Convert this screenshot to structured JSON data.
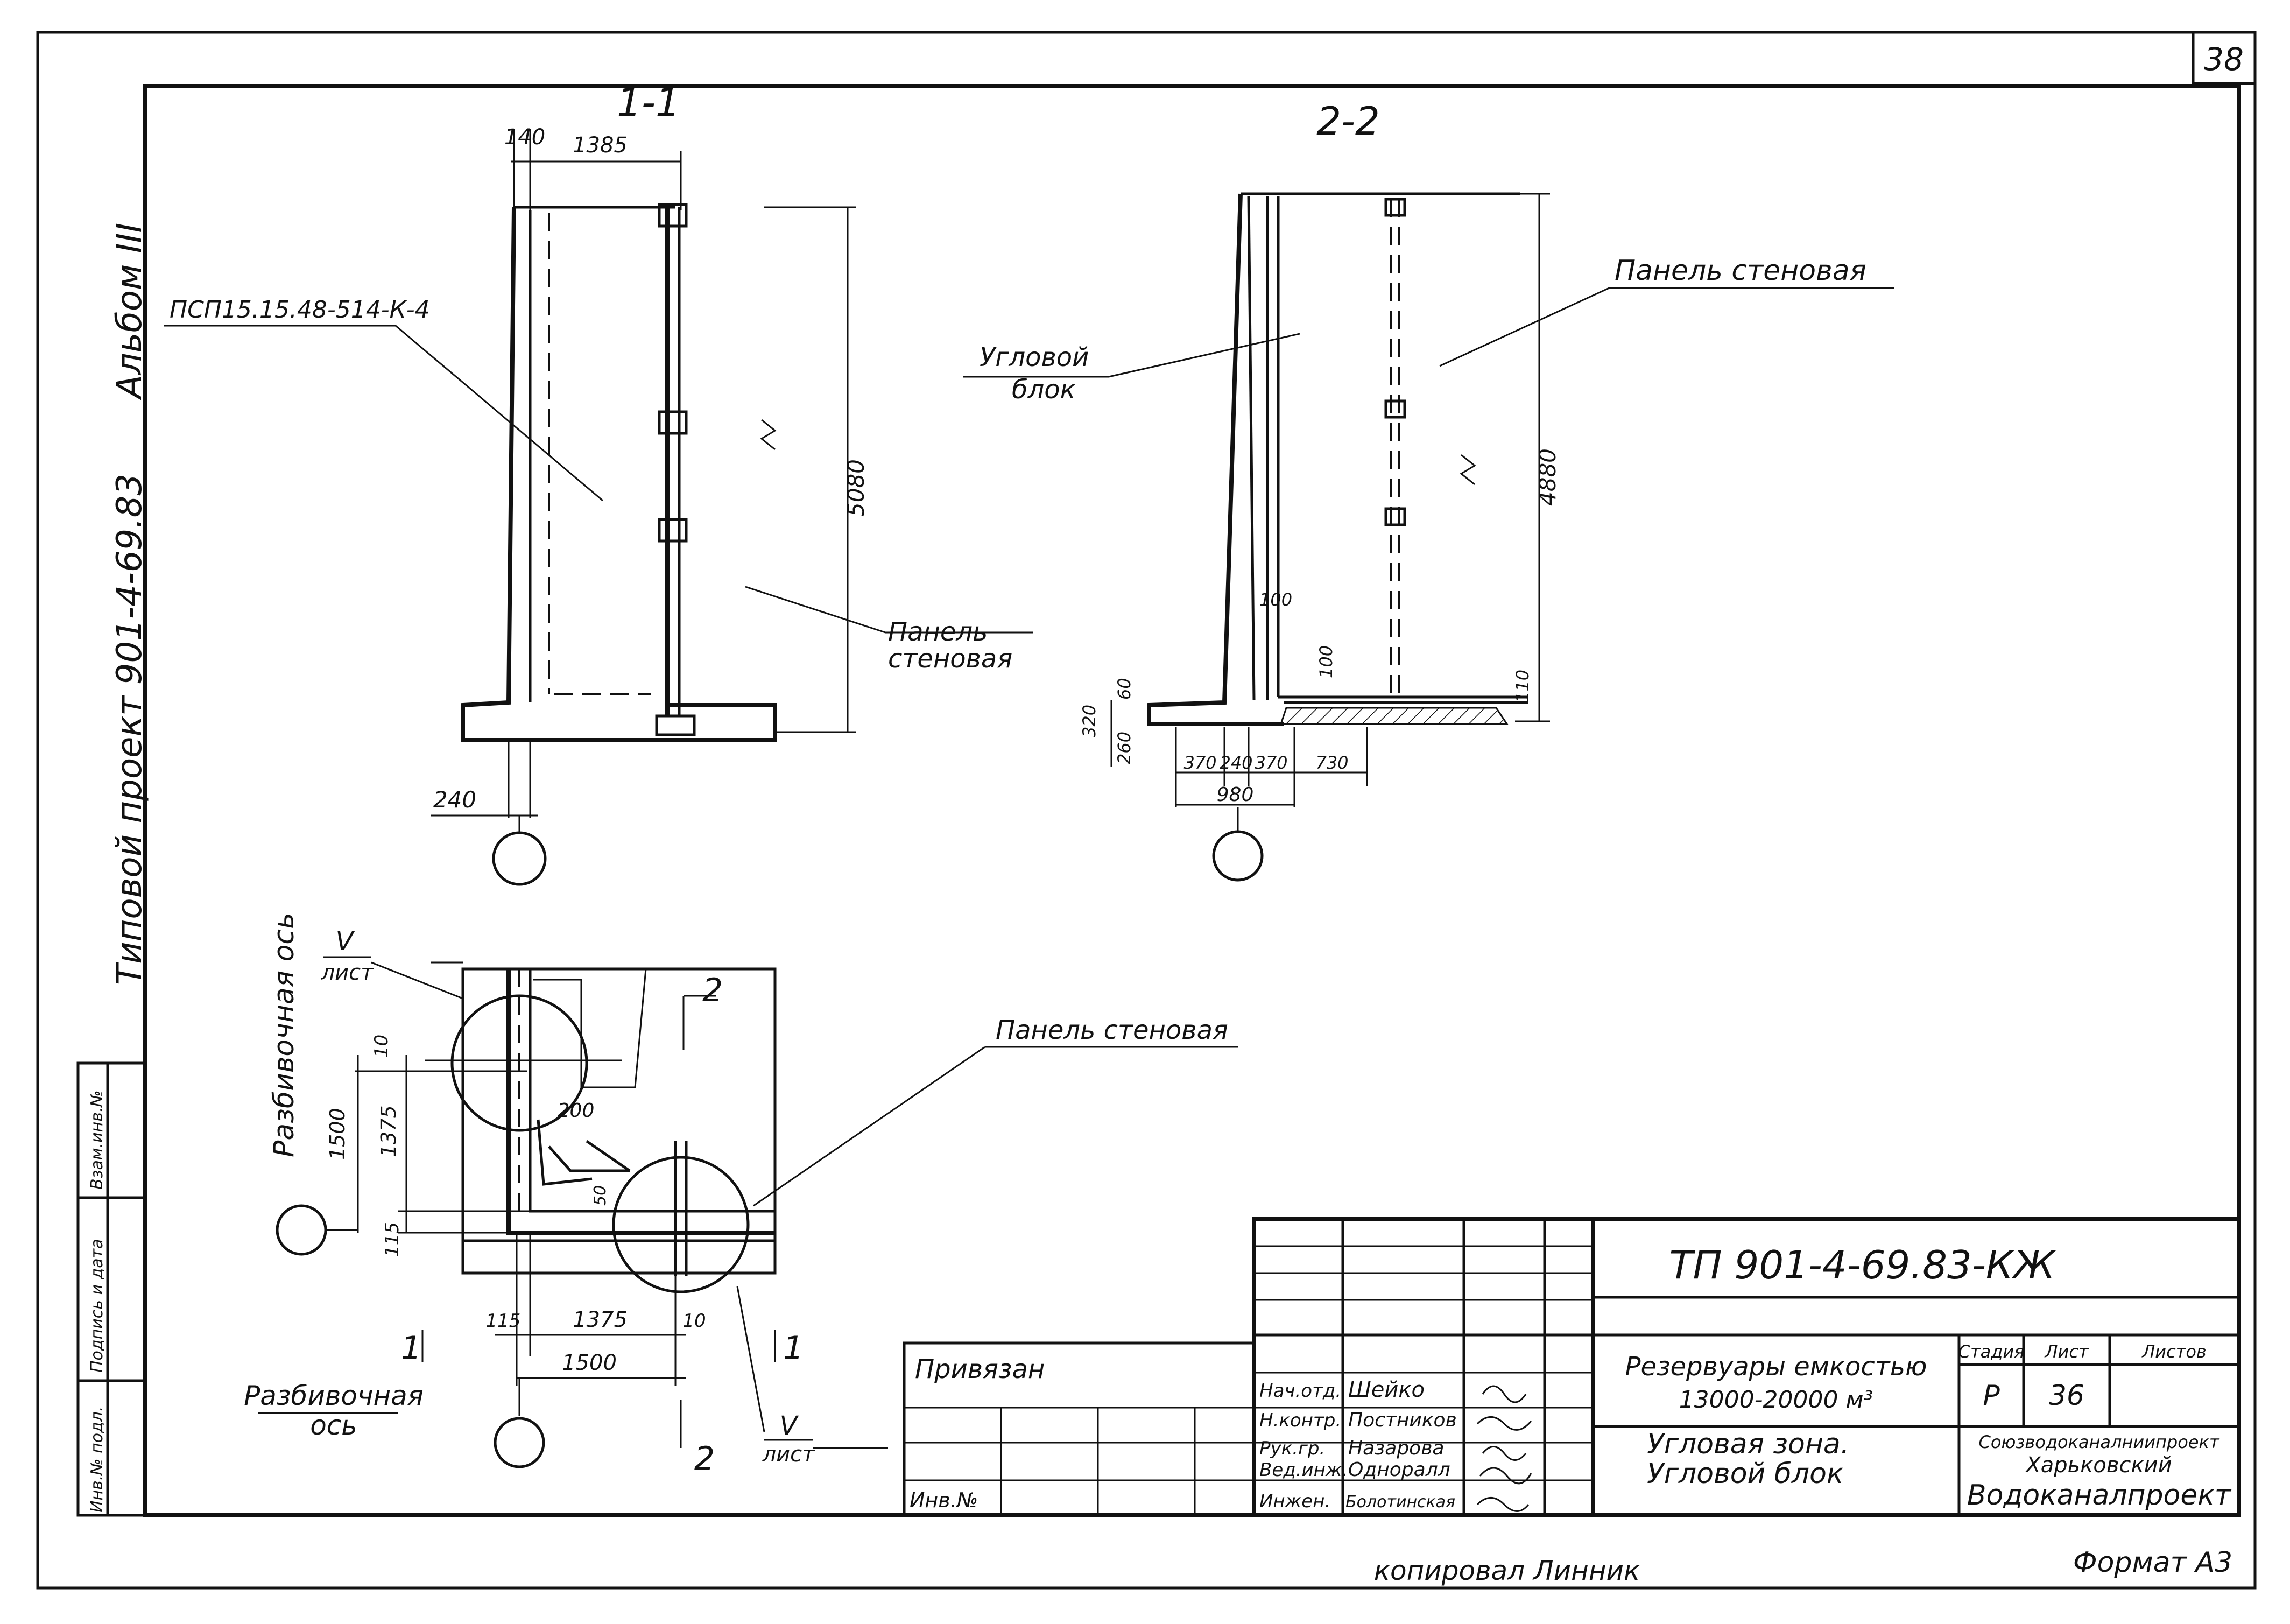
{
  "sheet": {
    "page_number": "38",
    "format": "Формат А3",
    "copied_by": "копировал Линник"
  },
  "side_strip": {
    "project": "Типовой проект 901-4-69.83",
    "album": "Альбом III",
    "cells": [
      "Взам.инв.№",
      "Подпись и дата",
      "Инв.№ подл."
    ]
  },
  "section_1": {
    "title": "1-1",
    "dims": [
      "140",
      "1385",
      "5080",
      "240"
    ],
    "labels": [
      "ПСП15.15.48-514-К-4",
      "Панель",
      "стеновая"
    ]
  },
  "section_2": {
    "title": "2-2",
    "dims": [
      "4880",
      "100",
      "100",
      "110",
      "320",
      "60",
      "260",
      "370",
      "240",
      "370",
      "730",
      "980"
    ],
    "labels": [
      "Угловой",
      "блок",
      "Панель стеновая"
    ]
  },
  "plan": {
    "dims": [
      "10",
      "1500",
      "1375",
      "115",
      "200",
      "50",
      "115",
      "1375",
      "10",
      "1500"
    ],
    "labels": [
      "Разбивочная ось",
      "Разбивочная",
      "ось",
      "Панель стеновая"
    ],
    "marks": [
      "V",
      "лист",
      "V",
      "лист",
      "2",
      "2",
      "1",
      "1"
    ]
  },
  "title_block": {
    "code": "ТП 901-4-69.83-КЖ",
    "privyazan": "Привязан",
    "inv": "Инв.№",
    "roles": [
      {
        "role": "Нач.отд.",
        "name": "Шейко"
      },
      {
        "role": "Н.контр.",
        "name": "Постников"
      },
      {
        "role": "Рук.гр.",
        "name": "Назарова"
      },
      {
        "role": "Вед.инж.",
        "name": "Одноралл"
      },
      {
        "role": "Инжен.",
        "name": "Болотинская"
      }
    ],
    "title_main": [
      "Резервуары емкостью",
      "13000-20000 м³"
    ],
    "title_sheet": [
      "Угловая зона.",
      "Угловой блок"
    ],
    "stage_header": "Стадия",
    "sheet_header": "Лист",
    "sheets_header": "Листов",
    "stage": "Р",
    "sheet": "36",
    "org": [
      "Союзводоканалниипроект",
      "Харьковский",
      "Водоканалпроект"
    ]
  }
}
